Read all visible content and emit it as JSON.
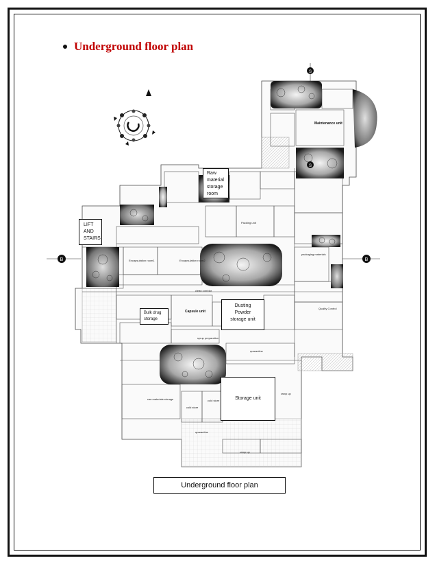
{
  "heading": {
    "bullet_text": "Underground floor plan"
  },
  "labels": {
    "raw_material": [
      "Raw",
      "material",
      "storage",
      "room"
    ],
    "lift_stairs": [
      "LIFT",
      "AND",
      "STAIRS"
    ],
    "bulk_drug": [
      "Bulk drug",
      "storage"
    ],
    "dusting_powder": [
      "Dusting",
      "Powder",
      "storage unit"
    ],
    "storage_unit": "Storage unit"
  },
  "plan_text": {
    "maintenance": "Maintenance unit",
    "capsule": "Capsule unit",
    "packing": "Packing unit",
    "packaging": "packaging materials",
    "quality": "Quality Control",
    "encapsulation_1": "Encapsulation room1",
    "encapsulation_2": "Encapsulation room2",
    "quarantine_1": "quarantine",
    "quarantine_2": "quarantine",
    "ramp_1": "ramp up",
    "ramp_2": "ramp up",
    "cold_1": "cold store",
    "cold_2": "cold store",
    "syrup": "syrup preparation",
    "raw_storage": "raw materials storage",
    "corridor": "clean corridor",
    "section_b_left": "B",
    "section_b_right": "B",
    "section_s_top": "S",
    "section_s_mid": "S"
  },
  "caption": "Underground floor plan"
}
